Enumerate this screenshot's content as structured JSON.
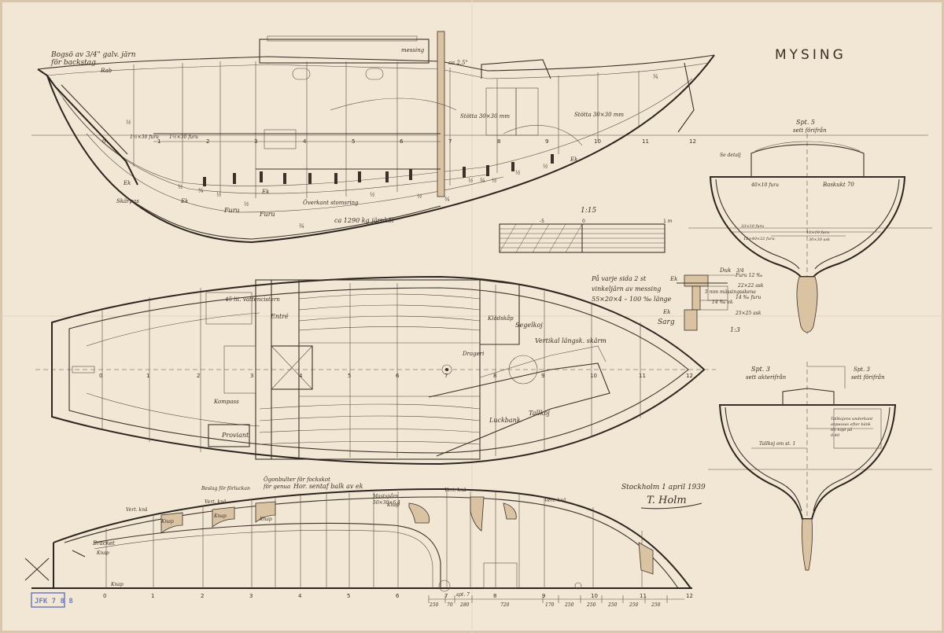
{
  "drawing": {
    "title": "MYSING",
    "date_signature": "Stockholm 1 april 1939",
    "signature": "T. Holm",
    "stamp": "JFK 7 8 8",
    "colors": {
      "paper": "#f1e7d4",
      "ink": "#3b312a",
      "stamp": "#6c7cc0"
    }
  },
  "profile": {
    "labels": {
      "bow_note_1": "Bogsö av 3/4\" galv. järn",
      "bow_note_2": "för backstag",
      "rab": "Rab",
      "messing": "messing",
      "mast_angle": "ca 2,5\"",
      "stotta_1": "Stötta 30×30 mm",
      "stotta_2": "Stötta 30×30 mm",
      "furu_1": "Furu",
      "furu_2": "Furu",
      "ek_1": "Ek",
      "ek_2": "Ek",
      "ek_3": "Ek",
      "ek_4": "Ek",
      "skarpas": "Skärpas",
      "ballast": "ca 1290 kg järnköl",
      "overkant": "Överkant stomsring",
      "frac_1": "½",
      "frac_2": "¾",
      "frac_3": "½",
      "frac_4": "½",
      "frac_5": "¾",
      "frac_6": "½",
      "frac_7": "½",
      "frac_8": "¾",
      "frac_9": "½",
      "frac_10": "¾",
      "frac_11": "½",
      "frac_12": "½",
      "frac_13": "½",
      "frac_14": "½",
      "frac_15": "¾",
      "dim_1": "1½×30 furu",
      "dim_2": "1½×30 furu"
    },
    "stations": [
      "0",
      "1",
      "2",
      "3",
      "4",
      "5",
      "6",
      "7",
      "8",
      "9",
      "10",
      "11",
      "12"
    ]
  },
  "scale_bar": {
    "ratio": "1:15",
    "tick_0": "-5",
    "tick_1": "0",
    "tick_2": "1 m"
  },
  "plan": {
    "labels": {
      "tank": "45 lit. vattencistern",
      "entry": "Entré",
      "kompass": "Kompass",
      "proviant": "Proviant",
      "kladskap": "Klädskåp",
      "segelkoj": "Segelkoj",
      "vertikal": "Vertikal längsk. skärm",
      "drageri": "Drageri",
      "luckbank": "Luckbank",
      "tallkoj": "Tallkoj"
    },
    "stations": [
      "0",
      "1",
      "2",
      "3",
      "4",
      "5",
      "6",
      "7",
      "8",
      "9",
      "10",
      "11",
      "12"
    ]
  },
  "detail": {
    "header_1": "På varje sida 2 st",
    "header_2": "vinkeljärn av messing",
    "header_3": "55×20×4 – 100 ‰ länge",
    "duk": "Duk",
    "duk_frac": "3/4",
    "furu_12": "Furu 12 ‰",
    "dim_22": "22×22 ask",
    "mm_mass": "5 mm mässingsskena",
    "ek_14": "14 ‰ ek",
    "furu_14": "14 ‰ furu",
    "dim_25": "25×25 ask",
    "ek_a": "Ek",
    "ek_b": "Ek",
    "sarg": "Sarg",
    "ratio": "1:3"
  },
  "section_5": {
    "title_1": "Spt. 5",
    "title_2": "sett förifrån",
    "se_detalj": "Se detalj",
    "furu": "40×10 furu",
    "baskulkt": "Baskukt 70",
    "dim_1": "33×10 furu",
    "dim_2": "12×10 furu",
    "dim_3": "12×40×22 furu",
    "dim_4": "30×30 ask"
  },
  "section_3": {
    "title_1": "Spt. 3",
    "title_2": "sett akterifrån",
    "title_3": "Spt. 3",
    "title_4": "sett förifrån",
    "tallkoj": "Tallkoj om st. 1",
    "note_1": "Tallkojens underkant",
    "note_2": "anpassas efter bänk",
    "note_3": "till höjd på",
    "note_4": "0,40"
  },
  "framing": {
    "labels": {
      "ogon_1": "Ögonbulter för fockskot",
      "ogon_2": "för genua",
      "horiz": "Hor. sentaf balk av ek",
      "beslag": "Beslag för förluckan",
      "vert_kna_1": "Vert. knä",
      "vert_kna_2": "Vert. knä",
      "vert_kna_3": "Vert. knä",
      "vert_kna_4": "Vert. knä",
      "knap_1": "Knap",
      "knap_2": "Knap",
      "knap_3": "Knap",
      "knap_4": "Knap",
      "knap_5": "Knap",
      "knap_6": "Knap",
      "bracket": "Bracket",
      "mastsparr_1": "Mastspårn",
      "mastsparr_2": "50×30×6,4"
    },
    "stations": [
      "0",
      "1",
      "2",
      "3",
      "4",
      "5",
      "6",
      "7",
      "8",
      "9",
      "10",
      "11",
      "12"
    ],
    "spacings": [
      "250",
      "70",
      "280",
      "720",
      "170",
      "250",
      "250",
      "250",
      "250",
      "250"
    ],
    "spant_label": "spt. 7"
  }
}
